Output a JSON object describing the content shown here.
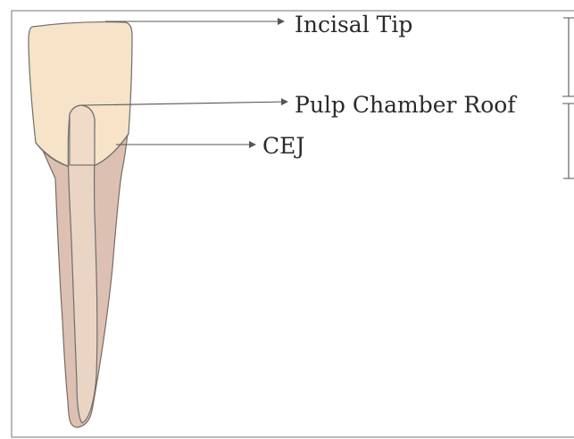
{
  "diagram": {
    "labels": {
      "incisal_tip": "Incisal Tip",
      "pulp_chamber_roof": "Pulp Chamber Roof",
      "cej": "CEJ"
    },
    "colors": {
      "crown_fill": "#f6e3c8",
      "root_fill": "#dcc1b2",
      "pulp_fill": "#ead4c4",
      "outline": "#6e6e6e",
      "arrow": "#555555",
      "frame": "#8a8a8a"
    }
  }
}
